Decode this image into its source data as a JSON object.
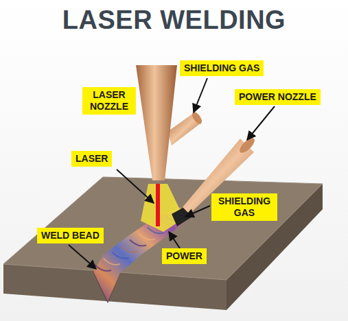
{
  "diagram": {
    "title": "LASER WELDING",
    "nodes": [
      {
        "text": [
          "SHIELDING GAS"
        ]
      },
      {
        "text": [
          "LASER NOZZLE"
        ]
      },
      {
        "text": [
          "POWER NOZZLE"
        ]
      },
      {
        "text": [
          "LASER"
        ]
      },
      {
        "text": [
          "SHIELDING GAS"
        ]
      },
      {
        "text": [
          "WELD BEAD"
        ]
      },
      {
        "text": [
          "POWER"
        ]
      }
    ]
  }
}
